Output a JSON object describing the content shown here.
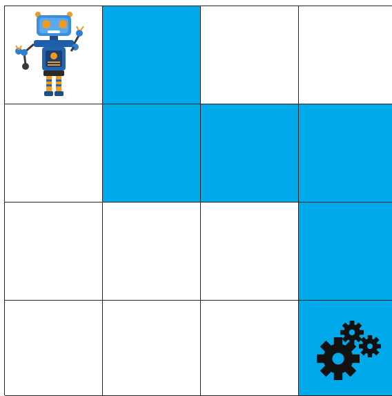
{
  "board": {
    "rows": 4,
    "cols": 4,
    "path_color": "#00a9e9",
    "empty_color": "#ffffff",
    "cells": [
      [
        "robot",
        "path",
        "empty",
        "empty"
      ],
      [
        "empty",
        "path",
        "path",
        "path"
      ],
      [
        "empty",
        "empty",
        "empty",
        "path"
      ],
      [
        "empty",
        "empty",
        "empty",
        "path-goal"
      ]
    ],
    "pieces": {
      "start": {
        "icon": "robot-icon",
        "row": 0,
        "col": 0
      },
      "goal": {
        "icon": "gears-icon",
        "row": 3,
        "col": 3
      }
    }
  }
}
